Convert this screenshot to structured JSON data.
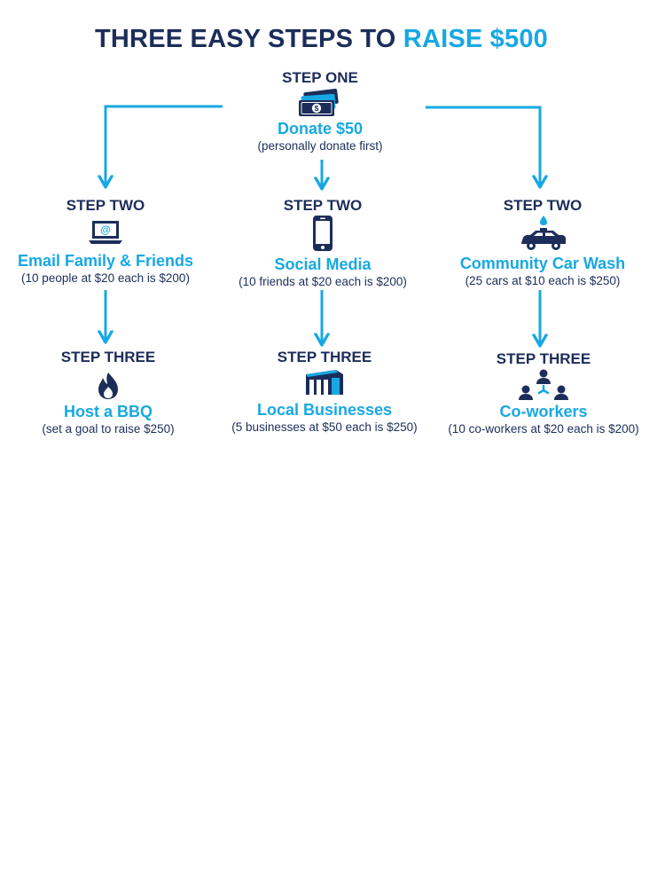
{
  "title": {
    "main": "THREE EASY STEPS TO ",
    "accent": "RAISE $500"
  },
  "colors": {
    "navy": "#1c2d5a",
    "accent": "#17a8e3"
  },
  "step_one": {
    "label": "STEP ONE",
    "icon": "money-icon",
    "title": "Donate $50",
    "sub": "(personally donate first)"
  },
  "branches": [
    {
      "step_two": {
        "label": "STEP TWO",
        "icon": "laptop-email-icon",
        "title": "Email Family & Friends",
        "sub": "(10 people at $20 each is $200)"
      },
      "step_three": {
        "label": "STEP THREE",
        "icon": "flame-icon",
        "title": "Host a BBQ",
        "sub": "(set a goal to raise $250)"
      }
    },
    {
      "step_two": {
        "label": "STEP TWO",
        "icon": "smartphone-icon",
        "title": "Social Media",
        "sub": "(10 friends at $20 each is $200)"
      },
      "step_three": {
        "label": "STEP THREE",
        "icon": "storefront-icon",
        "title": "Local Businesses",
        "sub": "(5 businesses at $50 each is $250)"
      }
    },
    {
      "step_two": {
        "label": "STEP TWO",
        "icon": "car-wash-icon",
        "title": "Community Car Wash",
        "sub": "(25 cars at $10 each is $250)"
      },
      "step_three": {
        "label": "STEP THREE",
        "icon": "coworkers-icon",
        "title": "Co-workers",
        "sub": "(10 co-workers at $20 each is $200)"
      }
    }
  ]
}
